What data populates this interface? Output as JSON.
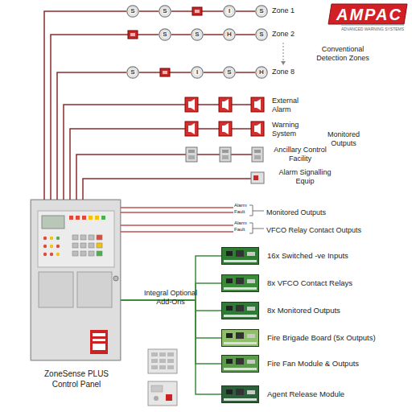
{
  "diagram": {
    "nodes": [
      {
        "text": [
          "S"
        ]
      },
      {
        "text": [
          "S"
        ]
      },
      {
        "text": [
          "I"
        ]
      },
      {
        "text": [
          "S"
        ]
      },
      {
        "text": [
          "S"
        ]
      },
      {
        "text": [
          "S"
        ]
      },
      {
        "text": [
          "H"
        ]
      },
      {
        "text": [
          "S"
        ]
      },
      {
        "text": [
          "S"
        ]
      },
      {
        "text": [
          "I"
        ]
      },
      {
        "text": [
          "S"
        ]
      },
      {
        "text": [
          "H"
        ]
      },
      {
        "text": [
          "ZoneSense PLUS Control Panel"
        ]
      },
      {
        "text": [
          "16x Switched -ve Inputs"
        ]
      },
      {
        "text": [
          "8x VFCO Contact Relays"
        ]
      },
      {
        "text": [
          "8x Monitored Outputs"
        ]
      },
      {
        "text": [
          "Fire Brigade Board (5x Outputs)"
        ]
      },
      {
        "text": [
          "Fire Fan Module & Outputs"
        ]
      },
      {
        "text": [
          "Agent Release Module"
        ]
      }
    ],
    "edges": [
      {
        "from": 12,
        "to": 0,
        "arrow": "none"
      },
      {
        "from": 0,
        "to": 1,
        "arrow": "none"
      },
      {
        "from": 1,
        "to": 2,
        "arrow": "none"
      },
      {
        "from": 2,
        "to": 3,
        "arrow": "none"
      },
      {
        "from": 12,
        "to": 4,
        "arrow": "none"
      },
      {
        "from": 4,
        "to": 5,
        "arrow": "none"
      },
      {
        "from": 5,
        "to": 6,
        "arrow": "none"
      },
      {
        "from": 6,
        "to": 7,
        "arrow": "none"
      },
      {
        "from": 12,
        "to": 8,
        "arrow": "none"
      },
      {
        "from": 8,
        "to": 9,
        "arrow": "none"
      },
      {
        "from": 9,
        "to": 10,
        "arrow": "none"
      },
      {
        "from": 10,
        "to": 11,
        "arrow": "none"
      },
      {
        "from": 12,
        "to": 13,
        "arrow": "none"
      },
      {
        "from": 12,
        "to": 14,
        "arrow": "none"
      },
      {
        "from": 12,
        "to": 15,
        "arrow": "none"
      },
      {
        "from": 12,
        "to": 16,
        "arrow": "none"
      },
      {
        "from": 12,
        "to": 17,
        "arrow": "none"
      },
      {
        "from": 12,
        "to": 18,
        "arrow": "none"
      }
    ],
    "labels": [
      "AMPAC",
      "ADVANCED WARNING SYSTEMS",
      "Zone 1",
      "Zone 2",
      "Conventional Detection Zones",
      "Zone 8",
      "External Alarm",
      "Warning System",
      "Monitored Outputs",
      "Ancillary Control Facility",
      "Alarm Signalling Equip",
      "Alarm",
      "Fault",
      "Monitored Outputs",
      "Alarm",
      "Fault",
      "VFCO Relay Contact Outputs",
      "Integral Optional Add-Ons"
    ]
  }
}
